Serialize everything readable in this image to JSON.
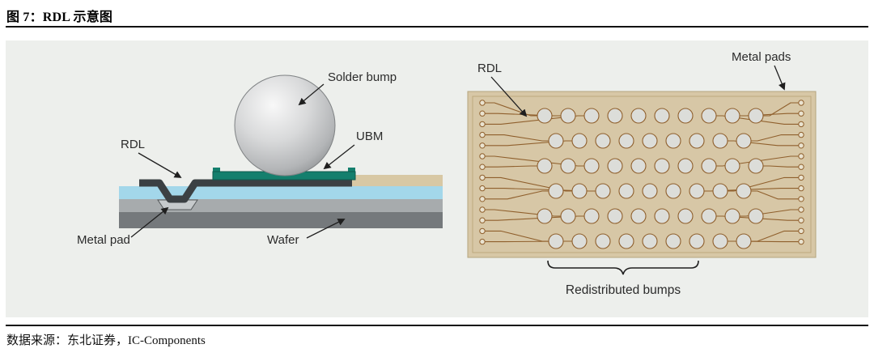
{
  "header": {
    "title": "图 7：RDL 示意图"
  },
  "figure": {
    "cross_section": {
      "labels": {
        "solder_bump": "Solder bump",
        "ubm": "UBM",
        "rdl": "RDL",
        "metal_pad": "Metal pad",
        "wafer": "Wafer"
      }
    },
    "top_view": {
      "labels": {
        "rdl": "RDL",
        "metal_pads": "Metal pads",
        "redistributed_bumps": "Redistributed bumps"
      }
    },
    "colors": {
      "figure_bg": "#edefec",
      "passivation_blue": "#a3d7ea",
      "mid_gray": "#a7abad",
      "wafer_dark": "#75797c",
      "rdl_dark": "#3b4043",
      "metal_pad_gray": "#c6cacc",
      "polymer_tan": "#d8c8a4",
      "ubm_teal": "#147f6d",
      "board_tan": "#d7c7a6",
      "trace_brown": "#8f5f2c",
      "bump_fill": "#dcddd9",
      "pad_fill": "#eae3d0"
    }
  },
  "footer": {
    "source": "数据来源：东北证券，IC-Components"
  }
}
